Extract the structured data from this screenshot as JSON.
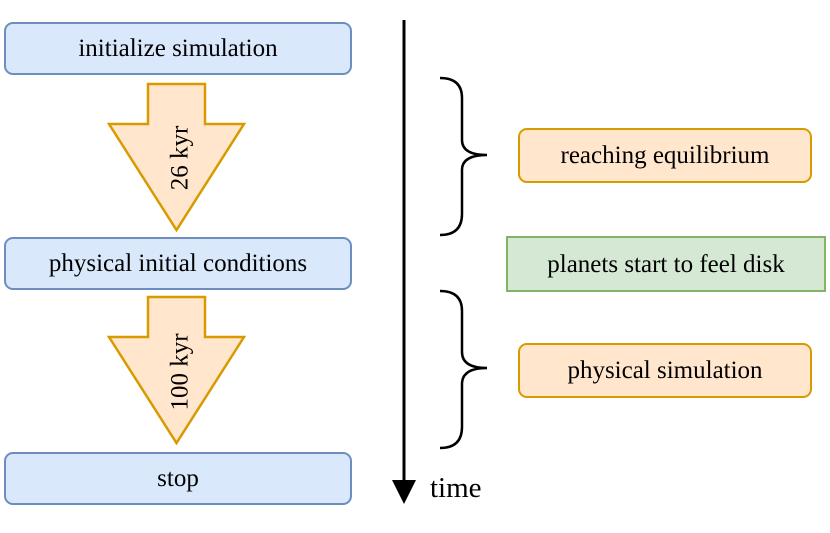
{
  "steps": {
    "initialize": "initialize simulation",
    "physical_initial_conditions": "physical initial conditions",
    "stop": "stop"
  },
  "durations": {
    "first": "26 kyr",
    "second": "100 kyr"
  },
  "phases": {
    "reaching_equilibrium": "reaching equilibrium",
    "planets_feel_disk": "planets start to feel disk",
    "physical_simulation": "physical simulation"
  },
  "axis": {
    "label": "time"
  },
  "colors": {
    "step_fill": "#dae8fc",
    "step_border": "#6c8ebf",
    "phase_fill": "#ffe6cc",
    "phase_border": "#d79b00",
    "event_fill": "#d5e8d4",
    "event_border": "#82b366"
  }
}
